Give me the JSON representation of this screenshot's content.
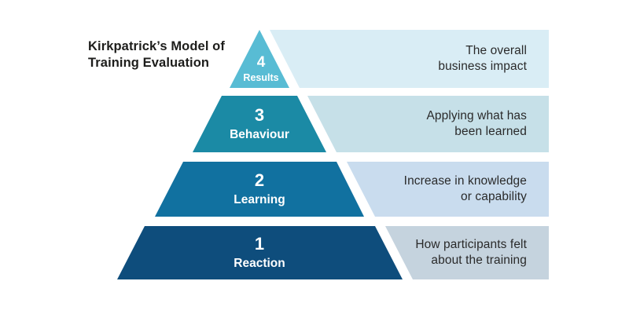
{
  "title": {
    "line1": "Kirkpatrick’s Model of",
    "line2": "Training Evaluation"
  },
  "levels": [
    {
      "number": "4",
      "label": "Results",
      "desc_lines": [
        "The overall",
        "business impact"
      ],
      "pyramid_color": "#58bcd4",
      "band_color": "#d9edf5"
    },
    {
      "number": "3",
      "label": "Behaviour",
      "desc_lines": [
        "Applying what has",
        "been learned"
      ],
      "pyramid_color": "#1b8aa5",
      "band_color": "#c6e0e8"
    },
    {
      "number": "2",
      "label": "Learning",
      "desc_lines": [
        "Increase in knowledge",
        "or capability"
      ],
      "pyramid_color": "#1171a0",
      "band_color": "#c9dcee"
    },
    {
      "number": "1",
      "label": "Reaction",
      "desc_lines": [
        "How participants felt",
        "about the training"
      ],
      "pyramid_color": "#0e4d7c",
      "band_color": "#c5d3de"
    }
  ],
  "colors": {
    "background": "#ffffff",
    "title_text": "#1d1d1b",
    "band_text": "#2a2a2a",
    "level_text": "#ffffff"
  }
}
